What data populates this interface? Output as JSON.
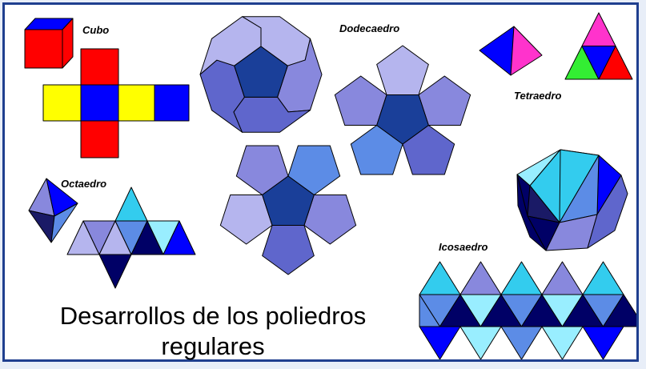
{
  "labels": {
    "cube": "Cubo",
    "dodecahedron": "Dodecaedro",
    "tetrahedron": "Tetraedro",
    "octahedron": "Octaedro",
    "icosahedron": "Icosaedro"
  },
  "title": {
    "line1": "Desarrollos de los poliedros",
    "line2": "regulares"
  },
  "colors": {
    "frame": "#1f3f8f",
    "red": "#ff0000",
    "yellow": "#ffff00",
    "blue": "#0000ff",
    "magenta": "#ff33cc",
    "green": "#33ee33",
    "cyan": "#33ccee",
    "light_cyan": "#99eeff",
    "navy": "#000066",
    "dark_navy": "#1a1a66",
    "periwinkle": "#8888dd",
    "light_periwinkle": "#b5b5ee",
    "slate_blue": "#5f66cc",
    "mid_blue": "#5c8ce6",
    "dark_center": "#1a3f99"
  }
}
